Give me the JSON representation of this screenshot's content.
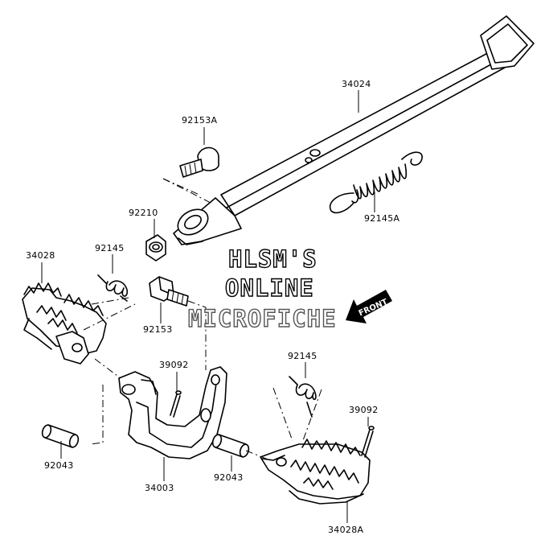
{
  "labels": {
    "main_stand": "34024",
    "bolt_top": "92153A",
    "collar": "92210",
    "spring_stand": "92145A",
    "footrest_left": "34028",
    "spring_left": "92145",
    "bolt": "92153",
    "cotter_left": "39092",
    "pin_left": "92043",
    "bracket": "34003",
    "spring_right": "92145",
    "cotter_right": "39092",
    "pin_right": "92043",
    "footrest_right": "34028A"
  },
  "watermark": {
    "line1": "HLSM'S",
    "line2": "ONLINE",
    "line3": "MICROFICHE"
  },
  "front_arrow": {
    "label": "FRONT"
  },
  "colors": {
    "ink": "#000000",
    "paper": "#ffffff"
  }
}
